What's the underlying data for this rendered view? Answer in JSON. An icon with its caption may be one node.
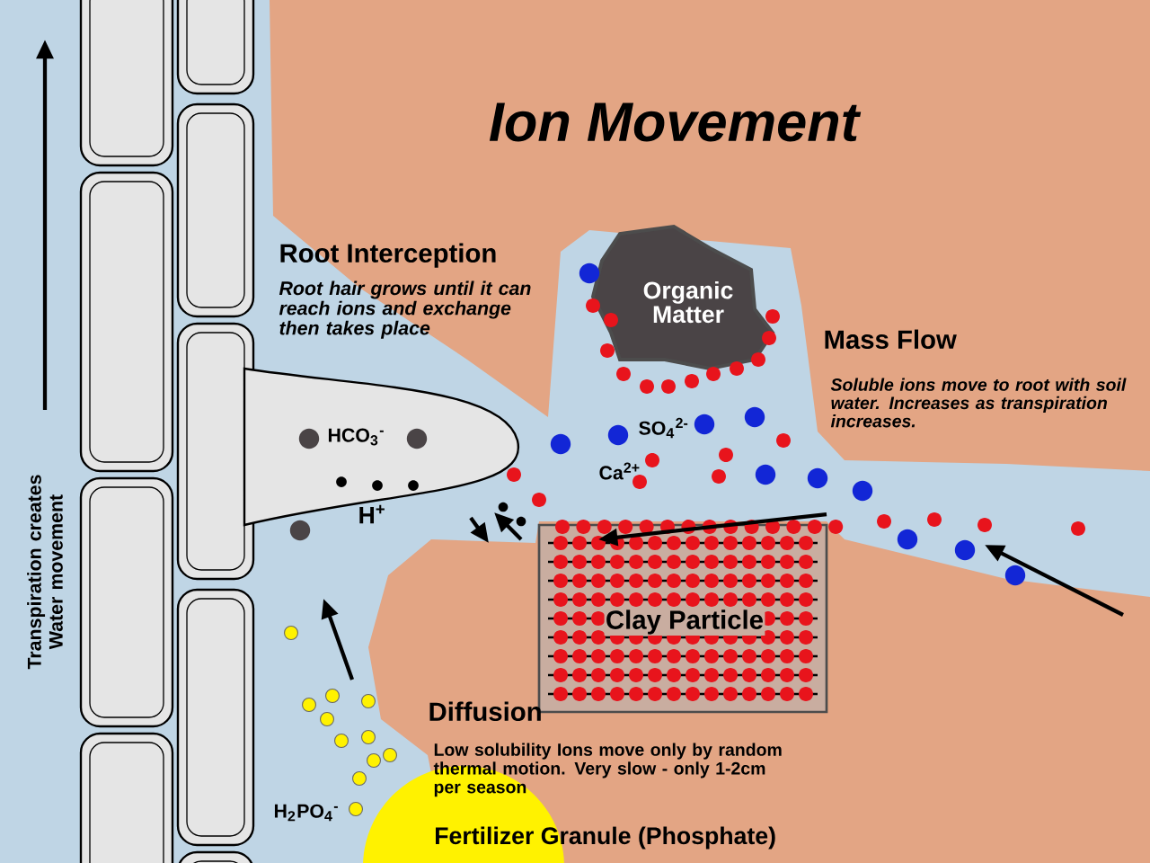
{
  "diagram": {
    "title": "Ion Movement",
    "nodes": [
      {
        "text": [
          "Organic Matter"
        ]
      },
      {
        "text": [
          "Clay Particle"
        ]
      },
      {
        "text": [
          "Fertilizer Granule (Phosphate)"
        ]
      }
    ],
    "labels": [
      "Root Interception",
      "Root hair grows until it can reach ions and exchange then takes place",
      "Mass Flow",
      "Soluble ions move to root with soil water. Increases as transpiration increases.",
      "HCO$_{3}$$^{-}$",
      "SO$_{4}$$^{2-}$",
      "Ca$^{2+}$",
      "H$^{+}$",
      "Transpiration creates Water movement",
      "Diffusion",
      "Low solubility Ions move only by random thermal motion. Very slow - only 1-2cm per season",
      "H$_{2}$PO$_{4}$$^{-}$"
    ]
  }
}
